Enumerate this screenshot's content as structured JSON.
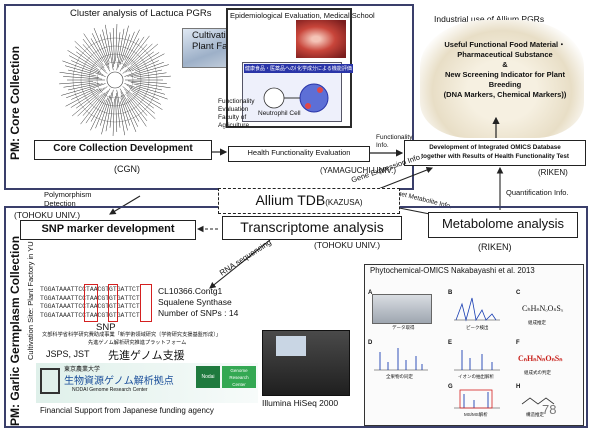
{
  "top_panel": {
    "side_label": "PM: Core Collection",
    "cluster_title": "Cluster analysis of Lactuca PGRs",
    "cultivation_line1": "Cultivation Site:",
    "cultivation_line2": "Plant Factory in YU",
    "epi_title": "Epidemiological Evaluation, Medical School",
    "func_eval_lines": [
      "Functionality",
      "Evaluation",
      "Faculty of",
      "Agriculture"
    ],
    "neutrophil": "Neutrophil Cell",
    "core_collection_box": "Core Collection Development",
    "cgn": "(CGN)",
    "health_box": "Health Functionality Evaluation",
    "yamaguchi": "(YAMAGUCHI UNIV.)",
    "functionality_info": [
      "Functionality",
      "Info."
    ],
    "jp_tag_left": "健康食品・医薬品への機能成分",
    "jp_tag_right": "化学成分による機能評価"
  },
  "industrial": {
    "title": "Industrial use of Allium PGRs",
    "lines": [
      "Useful Functional Food Material・",
      "Pharmaceutical Substance",
      "&",
      "New Screening Indicator for Plant",
      "Breeding",
      "(DNA Markers, Chemical Markers))"
    ]
  },
  "integrated": {
    "lines": [
      "Development of Integrated OMICS Database",
      "together with Results of Health Functionality Test"
    ],
    "riken": "(RIKEN)"
  },
  "flow_labels": {
    "gene_expression": "Gene Expression Info.",
    "quantification": "Quantification Info.",
    "target_metabolite": "Target Metabolite Info.",
    "polymorphism": [
      "Polymorphism",
      "Detection"
    ],
    "rna_seq": "RNA sequencing"
  },
  "bottom_panel": {
    "side_label": "PM:  Garlic Germplasm Collection",
    "side_sub": "Cultivation Site: Plant Factory in YU",
    "tohoku_top": "(TOHOKU UNIV.)",
    "snp_box": "SNP marker development",
    "allium_tdb": "Allium TDB",
    "kazusa": "(KAZUSA)",
    "transcriptome_box": "Transcriptome analysis",
    "tohoku_mid": "(TOHOKU UNIV.)",
    "metabolome_box": "Metabolome analysis",
    "riken": "(RIKEN)"
  },
  "snp": {
    "rows": [
      "TGGATAAATTCCTAACGTGTGATTCT",
      "TGGATAAATTCCTAACGTGTGATTCT",
      "TGGATAAATTCCTAACGTGTGATTCT",
      "TGGATAAATTCCTAACGTGTGATTCT"
    ],
    "label": "SNP",
    "contig": "CL10366.Contg1",
    "gene": "Squalene Synthase",
    "count": "Number of SNPs : 14"
  },
  "funding": {
    "jp_line1": "文部科学省科学研究費助成事業「新学術領域研究〔学術研究支援基盤形成〕」",
    "jp_line2": "先進ゲノム解析研究推進プラットフォーム",
    "jsps": "JSPS, JST",
    "jp_big": "先進ゲノム支援",
    "univ_jp": "東京農業大学",
    "center_jp": "生物資源ゲノム解析拠点",
    "center_en": "NODAI Genome Research Center",
    "nodai_badge": "Nodai",
    "grc_badge": "Genome Research Center",
    "support": "Financial Support from Japanese funding agency"
  },
  "illumina": "Illumina HiSeq 2000",
  "phyto": {
    "title": "Phytochemical-OMICS  Nakabayashi et al. 2013",
    "letters": [
      "A",
      "B",
      "C",
      "D",
      "E",
      "F",
      "G",
      "H"
    ],
    "captions": [
      "データ取得",
      "ピーク検出",
      "組成推定",
      "全果物の同定",
      "イオンの抽出解析",
      "組成式の判定",
      "MS/MS解析",
      "構造推定"
    ],
    "formula1": "CₕHₙNₒOₛSₓ",
    "formula2": "CₙHₙNₙOₙSₙ",
    "page_number": "78"
  }
}
